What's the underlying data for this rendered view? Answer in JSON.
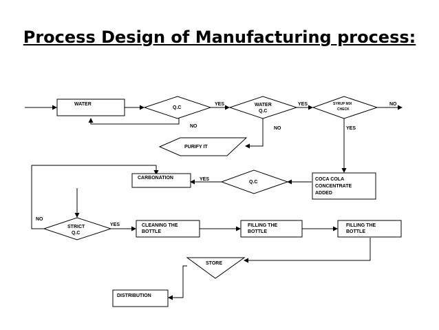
{
  "title": "Process Design of Manufacturing process:",
  "nodes": {
    "water": "WATER",
    "qc1": "Q.C",
    "water_qc_1": "WATER",
    "water_qc_2": "Q.C",
    "syrup_1": "SYRUP MIX",
    "syrup_2": "CHECK",
    "purify": "PURIFY IT",
    "carbonation": "CARBONATION",
    "qc2": "Q.C",
    "coca_1": "COCA COLA",
    "coca_2": "CONCENTRATE",
    "coca_3": "ADDED",
    "strict_1": "STRICT",
    "strict_2": "Q.C",
    "cleaning_1": "CLEANING THE",
    "cleaning_2": "BOTTLE",
    "filling1_1": "FILLING THE",
    "filling1_2": "BOTTLE",
    "filling2_1": "FILLING THE",
    "filling2_2": "BOTTLE",
    "store": "STORE",
    "distribution": "DISTRIBUTION"
  },
  "labels": {
    "yes1": "YES",
    "no1": "NO",
    "yes2": "YES",
    "no2": "NO",
    "no3": "NO",
    "yes3": "YES",
    "yes4": "YES",
    "no4": "NO",
    "yes5": "YES"
  }
}
